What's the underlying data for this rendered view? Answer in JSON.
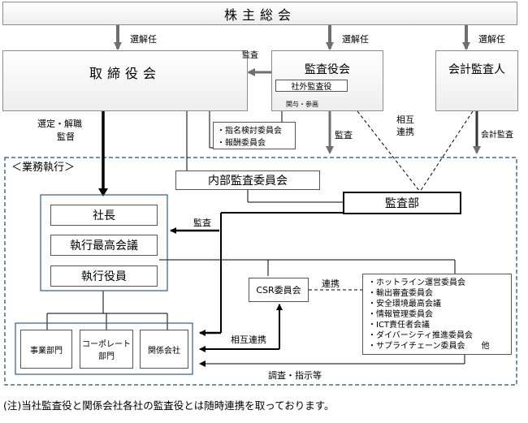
{
  "boxes": {
    "shareholders": "株主総会",
    "board": "取締役会",
    "audit_board": "監査役会",
    "outside_auditor": "社外監査役",
    "accounting_auditor": "会計監査人",
    "committees_1": "・指名検討委員会",
    "committees_2": "・報酬委員会",
    "internal_audit_committee": "内部監査委員会",
    "audit_dept": "監査部",
    "president": "社長",
    "exec_council": "執行最高会議",
    "exec_officers": "執行役員",
    "business_div": "事業部門",
    "corporate_div": "コーポレート\n部門",
    "affiliates": "関係会社",
    "csr_committee": "CSR委員会",
    "csr_subcommittees": [
      "・ホットライン運営委員会",
      "・輸出審査委員会",
      "・安全環境最高会議",
      "・情報管理委員会",
      "・ICT責任者会議",
      "・ダイバーシティ推進委員会",
      "・サプライチェーン委員会　　他"
    ]
  },
  "labels": {
    "elect_1": "選解任",
    "elect_2": "選解任",
    "elect_3": "選解任",
    "audit_to_board": "監査",
    "involve": "関与・参画",
    "mutual_1": "相互",
    "mutual_2": "連携",
    "audit_down": "監査",
    "accounting_audit": "会計監査",
    "select_1": "選定・解職",
    "select_2": "監督",
    "business_execution": "＜業務執行＞",
    "audit_left": "監査",
    "cooperation": "連携",
    "mutual_link": "相互連携",
    "investigate": "調査・指示等"
  },
  "note": "(注)当社監査役と関係会社各社の監査役とは随時連携を取っております。",
  "colors": {
    "gray_arrow": "#6f6f6f",
    "dashed_frame": "#1f4e79",
    "exec_frame": "#2e5a8a"
  }
}
